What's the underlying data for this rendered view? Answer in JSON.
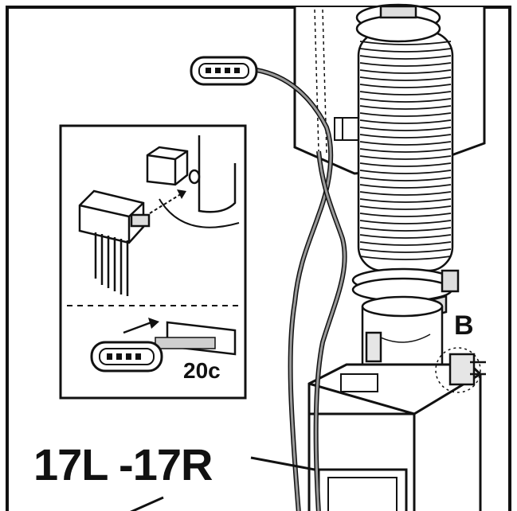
{
  "labels": {
    "part_code": "17L -17R",
    "callout_b": "B",
    "inset_ref": "20c"
  },
  "colors": {
    "ink": "#111111",
    "paper": "#ffffff",
    "cable_grey": "#9a9a9a",
    "shade": "#cfcfcf"
  }
}
